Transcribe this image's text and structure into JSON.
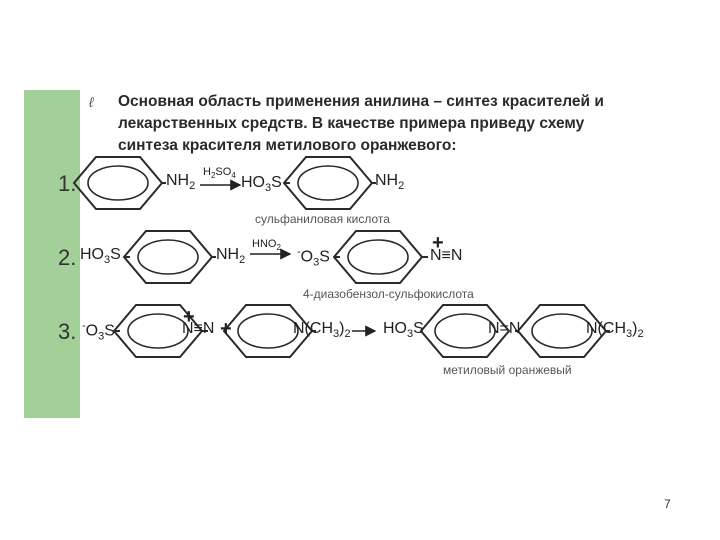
{
  "heading": {
    "bullet": "ℓ",
    "lines": [
      "Основная область применения анилина – синтез красителей и",
      "лекарственных средств. В качестве примера приведу схему",
      "синтеза красителя метилового оранжевого:"
    ]
  },
  "steps": [
    {
      "number": "1.",
      "reactant_group": "NH2",
      "reagent": "H2SO4",
      "product_prefix": "HO3S",
      "product_group": "NH2",
      "caption": "сульфаниловая кислота"
    },
    {
      "number": "2.",
      "reactant_prefix": "HO3S",
      "reactant_group": "NH2",
      "reagent": "HNO2",
      "product_prefix": "-O3S",
      "product_charge": "+",
      "product_group": "N≡N",
      "caption": "4-диазобензол-сульфокислота"
    },
    {
      "number": "3.",
      "reactant_prefix": "-O3S",
      "reactant_charge": "+",
      "reactant_group": "N≡N",
      "plus": "+",
      "partner_group": "N(CH3)2",
      "product_prefix": "HO3S",
      "product_link": "N=N",
      "product_group": "N(CH3)2",
      "caption": "метиловый оранжевый"
    }
  ],
  "page_number": "7",
  "colors": {
    "side_bar": "#a3cf98",
    "text": "#222222",
    "caption": "#555555"
  }
}
